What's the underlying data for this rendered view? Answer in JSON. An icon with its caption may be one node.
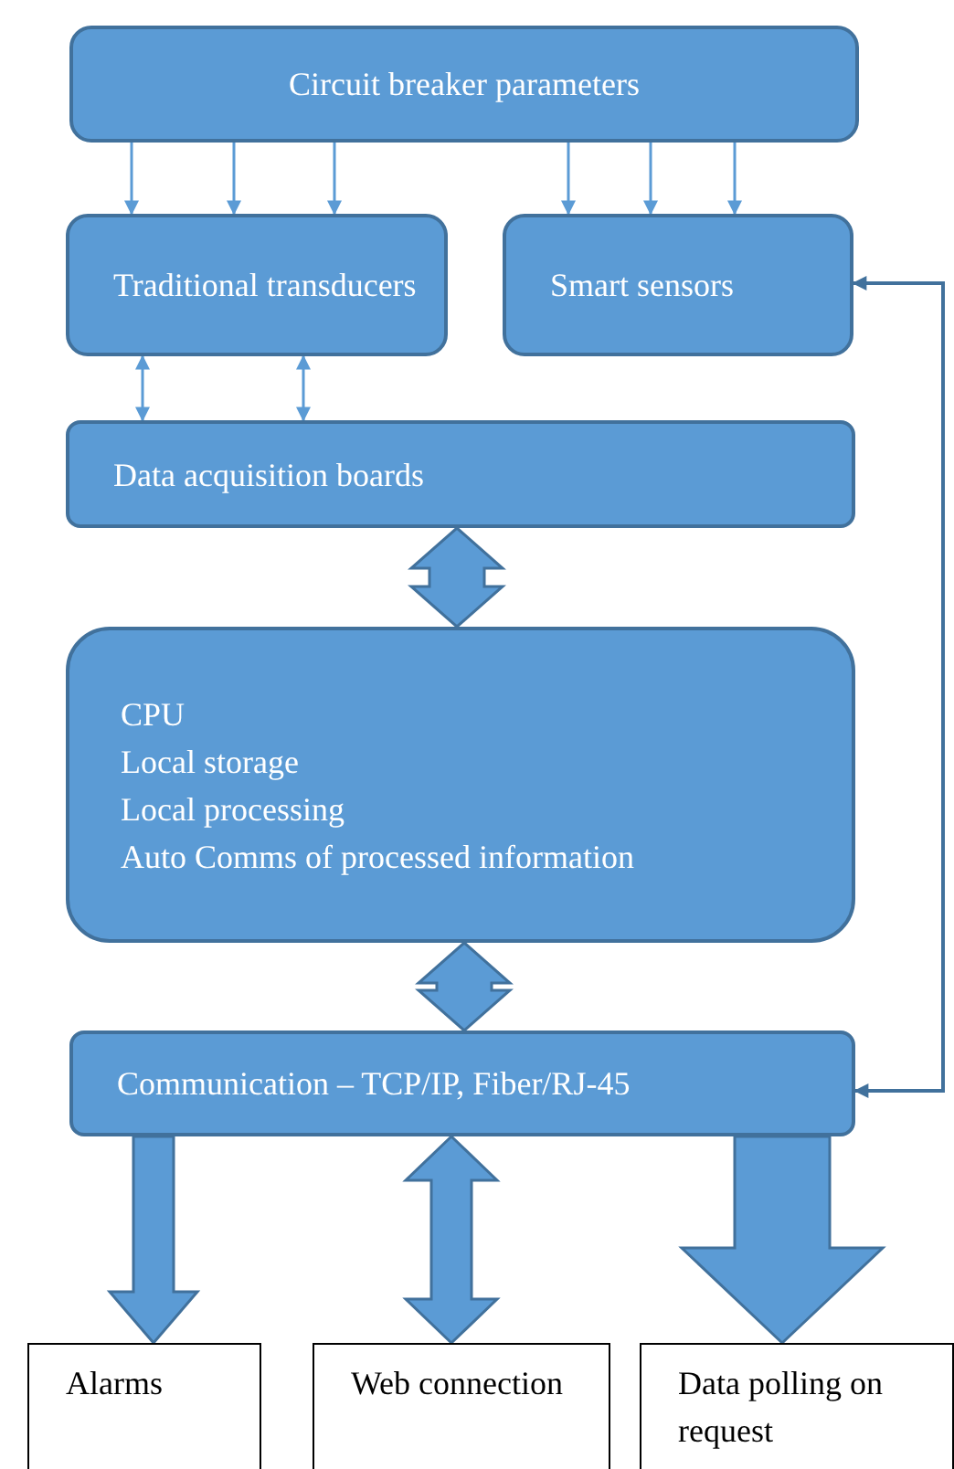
{
  "diagram": {
    "nodes": [
      {
        "text": [
          "Circuit breaker parameters"
        ]
      },
      {
        "text": [
          "Traditional transducers"
        ]
      },
      {
        "text": [
          "Smart sensors"
        ]
      },
      {
        "text": [
          "Data acquisition boards"
        ]
      },
      {
        "text": [
          "CPU",
          "Local storage",
          "Local processing",
          "Auto Comms of processed information"
        ]
      },
      {
        "text": [
          "Communication – TCP/IP, Fiber/RJ-45"
        ]
      },
      {
        "text": [
          "Alarms"
        ]
      },
      {
        "text": [
          "Web connection"
        ]
      },
      {
        "text": [
          "Data polling on request"
        ]
      }
    ],
    "edges": [
      {
        "from": 0,
        "to": 1,
        "arrow": "to"
      },
      {
        "from": 0,
        "to": 1,
        "arrow": "to"
      },
      {
        "from": 0,
        "to": 1,
        "arrow": "to"
      },
      {
        "from": 0,
        "to": 2,
        "arrow": "to"
      },
      {
        "from": 0,
        "to": 2,
        "arrow": "to"
      },
      {
        "from": 0,
        "to": 2,
        "arrow": "to"
      },
      {
        "from": 1,
        "to": 3,
        "arrow": "both"
      },
      {
        "from": 1,
        "to": 3,
        "arrow": "both"
      },
      {
        "from": 3,
        "to": 4,
        "arrow": "both",
        "style": "thick"
      },
      {
        "from": 4,
        "to": 5,
        "arrow": "both",
        "style": "thick"
      },
      {
        "from": 5,
        "to": 6,
        "arrow": "to",
        "style": "thick"
      },
      {
        "from": 5,
        "to": 7,
        "arrow": "both",
        "style": "thick"
      },
      {
        "from": 5,
        "to": 8,
        "arrow": "to",
        "style": "thick"
      },
      {
        "from": 5,
        "to": 2,
        "arrow": "both",
        "color": "#41719c"
      }
    ]
  }
}
